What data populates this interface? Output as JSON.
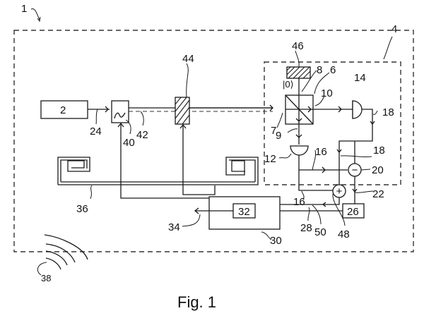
{
  "figure": {
    "caption": "Fig. 1",
    "labels": {
      "system": "1",
      "source": "2",
      "module": "4",
      "beam_splitter": "6",
      "input_port": "7",
      "vacuum_port": "8",
      "output_port_a": "9",
      "output_port_b": "10",
      "detector_a": "12",
      "detector_b": "14",
      "signal_a": "16",
      "signal_a2": "16",
      "signal_b": "18",
      "signal_b2": "18",
      "subtractor": "20",
      "difference_signal": "22",
      "source_link": "24",
      "processor": "26",
      "output_line": "28",
      "unit": "30",
      "sub_unit": "32",
      "external_output": "34",
      "antenna": "36",
      "wireless": "38",
      "modulator": "40",
      "modulated_beam": "42",
      "attenuator": "44",
      "vacuum_block": "46",
      "adder": "48",
      "sum_line": "50",
      "vacuum_state": "|0⟩",
      "plus_symbol": "+",
      "minus_symbol": "−"
    }
  }
}
